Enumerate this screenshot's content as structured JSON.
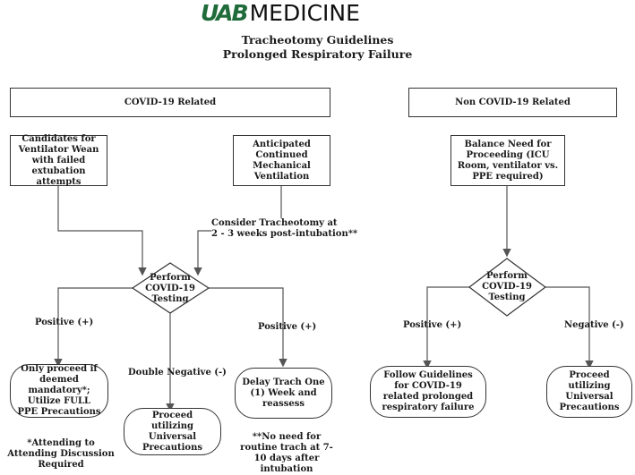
{
  "logo": {
    "brand_mark": "UAB",
    "brand_name": "MEDICINE"
  },
  "title_line1": "Tracheotomy Guidelines",
  "title_line2": "Prolonged Respiratory Failure",
  "covid_header": "COVID-19 Related",
  "noncovid_header": "Non COVID-19 Related",
  "candidates": "Candidates for Ventilator Wean with failed extubation attempts",
  "anticipated": "Anticipated Continued Mechanical Ventilation",
  "consider_line1": "Consider Tracheotomy at",
  "consider_line2": "2 - 3 weeks post-intubation**",
  "balance": "Balance Need for Proceeding (ICU Room, ventilator vs. PPE required)",
  "perform_left": "Perform COVID-19 Testing",
  "perform_right": "Perform COVID-19 Testing",
  "positive_left": "Positive (+)",
  "double_negative": "Double Negative (-)",
  "positive_mid": "Positive (+)",
  "positive_right": "Positive (+)",
  "negative_right": "Negative (-)",
  "only_proceed": "Only proceed if deemed mandatory*; Utilize FULL PPE Precautions",
  "proceed_universal_left": "Proceed utilizing Universal Precautions",
  "delay_trach": "Delay Trach One (1) Week and reassess",
  "follow_guidelines": "Follow Guidelines for COVID-19 related prolonged respiratory failure",
  "proceed_universal_right": "Proceed utilizing Universal Precautions",
  "footnote_attending": "*Attending to Attending Discussion Required",
  "footnote_routine": "**No need for routine trach at 7-10 days after intubation",
  "colors": {
    "brand_green": "#1f6b3a",
    "line": "#555555"
  }
}
